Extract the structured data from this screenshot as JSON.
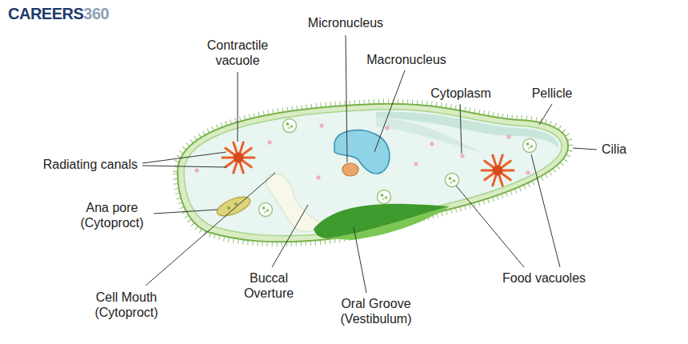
{
  "diagram": {
    "labels": [
      "CAREERS",
      "360",
      "Micronucleus",
      "Contractile vacuole",
      "Macronucleus",
      "Cytoplasm",
      "Pellicle",
      "Radiating canals",
      "Cilia",
      "Ana pore (Cytoproct)",
      "Cell Mouth (Cytoproct)",
      "Buccal Overture",
      "Oral Groove (Vestibulum)",
      "Food vacuoles"
    ]
  }
}
